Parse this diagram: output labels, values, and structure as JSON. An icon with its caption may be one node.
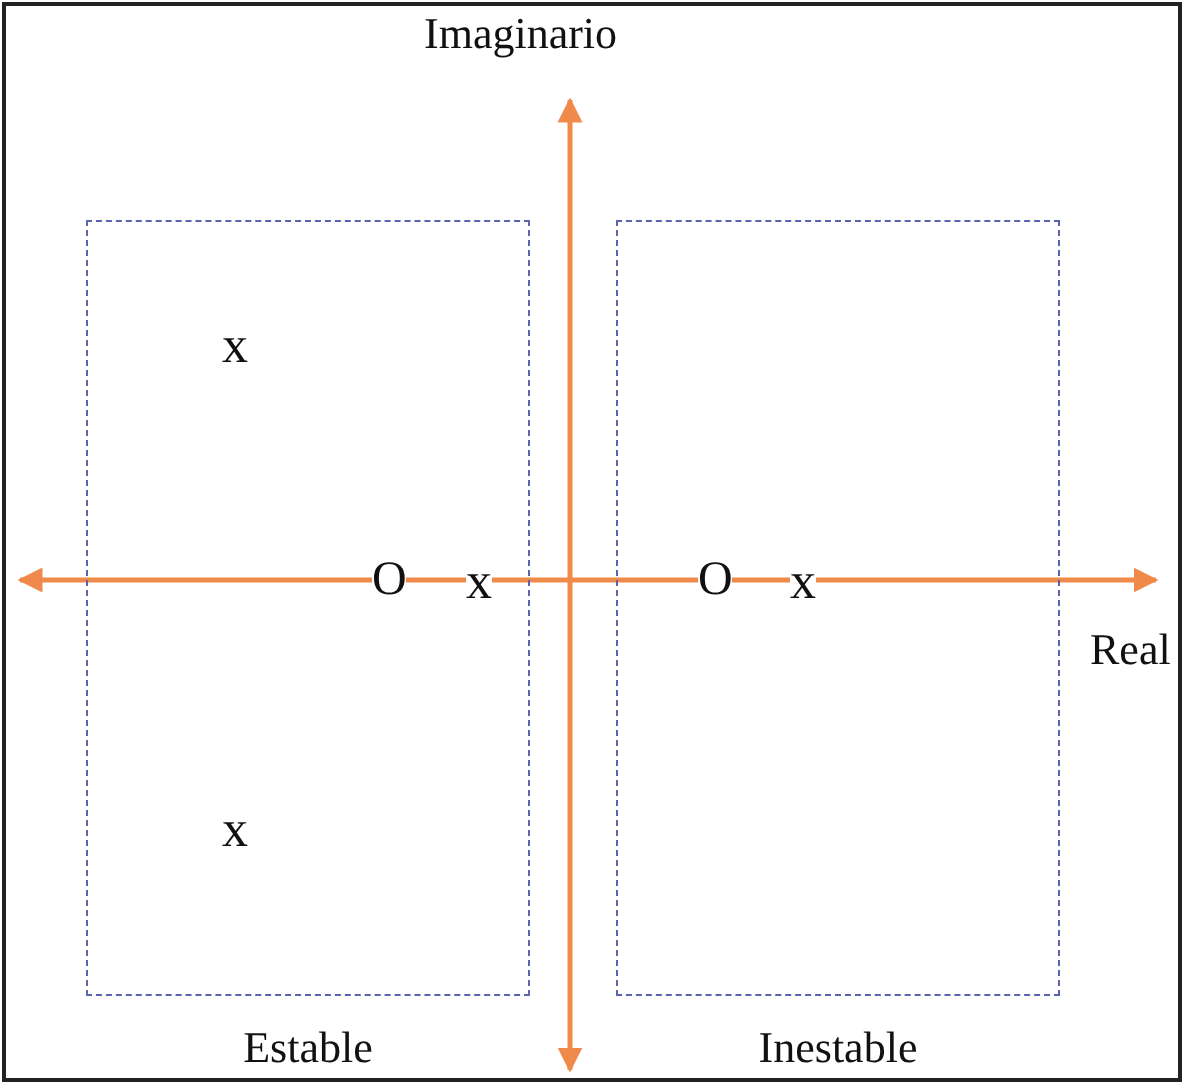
{
  "diagram": {
    "nodes": [
      {
        "text": [
          "Estable"
        ]
      },
      {
        "text": [
          "Inestable"
        ]
      }
    ],
    "labels": [
      "Imaginario",
      "x",
      "O",
      "x",
      "O",
      "x",
      "Real",
      "x"
    ]
  }
}
